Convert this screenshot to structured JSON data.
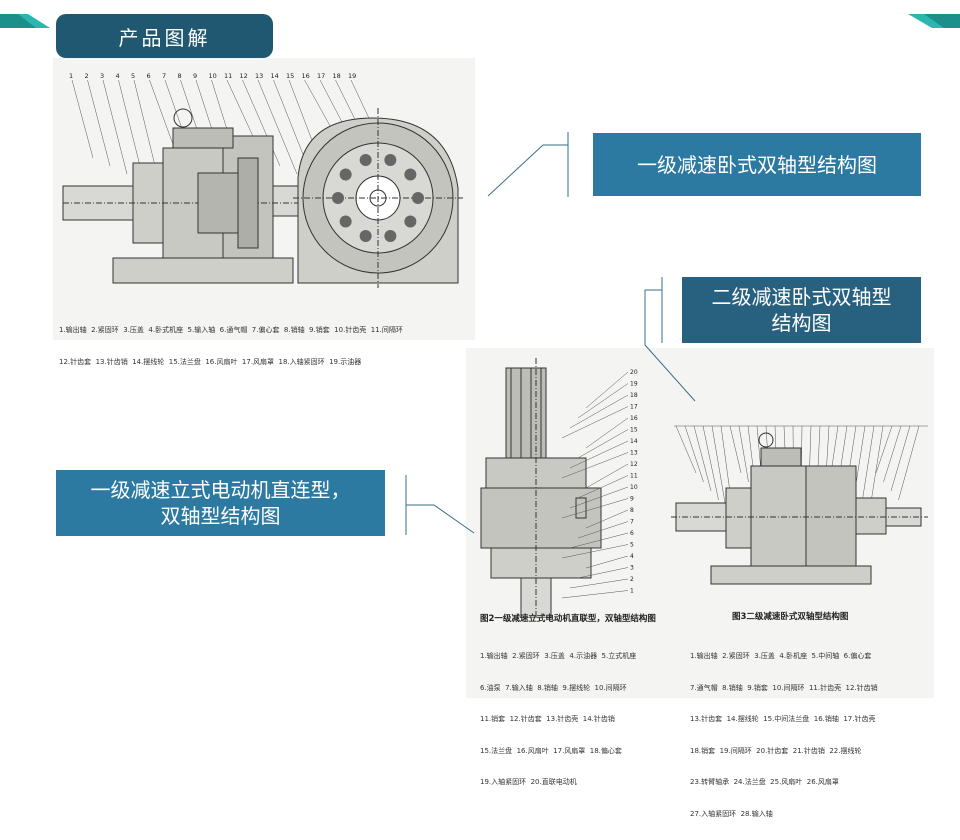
{
  "page": {
    "title": "产品图解"
  },
  "labels": {
    "fig1": "一级减速卧式双轴型结构图",
    "fig2": [
      "二级减速卧式双轴型",
      "结构图"
    ],
    "fig3": [
      "一级减速立式电动机直连型，",
      "双轴型结构图"
    ]
  },
  "drawing1": {
    "numbers": [
      "1",
      "2",
      "3",
      "4",
      "5",
      "6",
      "7",
      "8",
      "9",
      "10",
      "11",
      "12",
      "13",
      "14",
      "15",
      "16",
      "17",
      "18",
      "19"
    ],
    "legend": [
      "1.输出轴  2.紧固环  3.压盖  4.卧式机座  5.输入轴  6.通气帽  7.偏心套  8.销轴  9.销套  10.针齿壳  11.间隔环",
      "12.针齿套  13.针齿销  14.摆线轮  15.法兰盘  16.风扇叶  17.风扇罩  18.入轴紧固环  19.示油器"
    ]
  },
  "drawing2": {
    "caption": "图2一级减速立式电动机直联型，双轴型结构图",
    "numbers": [
      "20",
      "19",
      "18",
      "17",
      "16",
      "15",
      "14",
      "13",
      "12",
      "11",
      "10",
      "9",
      "8",
      "7",
      "6",
      "5",
      "4",
      "3",
      "2",
      "1"
    ],
    "legend": [
      "1.输出轴  2.紧固环  3.压盖  4.示油器  5.立式机座",
      "6.油泵  7.输入轴  8.销轴  9.摆线轮  10.间隔环",
      "11.销套  12.针齿套  13.针齿壳  14.针齿销",
      "15.法兰盘  16.风扇叶  17.风扇罩  18.偏心套",
      "19.入轴紧固环  20.直联电动机"
    ]
  },
  "drawing3": {
    "caption": "图3二级减速卧式双轴型结构图",
    "legend": [
      "1.输出轴  2.紧固环  3.压盖  4.卧机座  5.中间轴  6.偏心套",
      "7.通气帽  8.销轴  9.销套  10.间隔环  11.针齿壳  12.针齿销",
      "13.针齿套  14.摆线轮  15.中间法兰盘  16.销轴  17.针齿壳",
      "18.销套  19.间隔环  20.针齿套  21.针齿销  22.摆线轮",
      "23.转臂轴承  24.法兰盘  25.风扇叶  26.风扇罩",
      "27.入轴紧固环  28.输入轴"
    ]
  },
  "colors": {
    "accent_dark": "#1f5870",
    "accent_blue": "#2c79a1",
    "corner_teal": "#1aa9a4"
  }
}
